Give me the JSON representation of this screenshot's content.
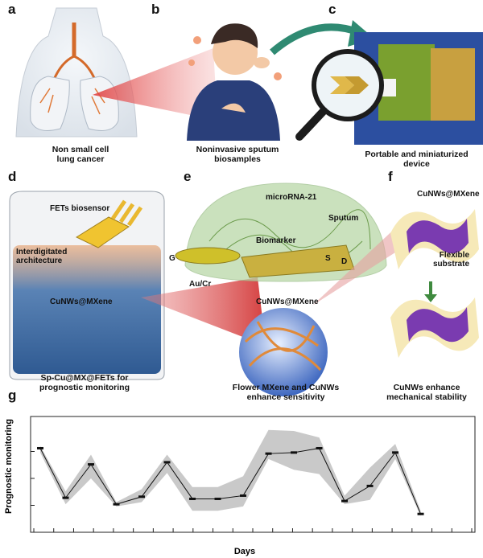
{
  "panels": {
    "a": {
      "label": "a",
      "caption": "Non small cell\nlung cancer"
    },
    "b": {
      "label": "b",
      "caption": "Noninvasive sputum\nbiosamples"
    },
    "c": {
      "label": "c",
      "caption": "Portable and miniaturized\ndevice"
    },
    "d": {
      "label": "d",
      "caption": "Sp-Cu@MX@FETs for\nprognostic monitoring",
      "labels": {
        "fets": "FETs biosensor",
        "inter": "Interdigitated\narchitecture",
        "cunws": "CuNWs@MXene"
      }
    },
    "e": {
      "label": "e",
      "caption": "Flower MXene and CuNWs\nenhance sensitivity",
      "labels": {
        "mirna": "microRNA-21",
        "sputum": "Sputum",
        "biomarker": "Biomarker",
        "g": "G",
        "s": "S",
        "d": "D",
        "aucr": "Au/Cr",
        "cunws": "CuNWs@MXene"
      }
    },
    "f": {
      "label": "f",
      "caption": "CuNWs enhance\nmechanical stability",
      "labels": {
        "cunws": "CuNWs@MXene",
        "flex": "Flexible\nsubstrate"
      }
    },
    "g": {
      "label": "g",
      "xlabel": "Days",
      "ylabel": "Prognostic monitoring"
    }
  },
  "colors": {
    "sputum_green": "#b9d7a8",
    "mxene_purple": "#7a3bb0",
    "gold": "#d9b840",
    "arrow_red": "#d02a2a",
    "fluid_blue": "#3f70a8"
  },
  "chart_data": {
    "type": "line",
    "title": "",
    "xlabel": "Days",
    "ylabel": "Prognostic monitoring",
    "x_ticks_count": 20,
    "ylim": [
      0,
      1
    ],
    "grid": false,
    "series": [
      {
        "values": [
          0.78,
          0.32,
          0.63,
          0.26,
          0.33,
          0.65,
          0.31,
          0.31,
          0.34,
          0.73,
          0.74,
          0.78,
          0.29,
          0.43,
          0.74,
          0.17
        ],
        "x": [
          1,
          2,
          3,
          4,
          5,
          6,
          7,
          8,
          9,
          10,
          11,
          12,
          13,
          14,
          15,
          16
        ],
        "lower": [
          0.74,
          0.26,
          0.5,
          0.24,
          0.28,
          0.55,
          0.2,
          0.2,
          0.24,
          0.68,
          0.58,
          0.54,
          0.26,
          0.3,
          0.68,
          0.15
        ],
        "upper": [
          0.8,
          0.38,
          0.72,
          0.28,
          0.4,
          0.72,
          0.42,
          0.42,
          0.52,
          0.95,
          0.94,
          0.88,
          0.34,
          0.6,
          0.82,
          0.2
        ]
      }
    ]
  }
}
